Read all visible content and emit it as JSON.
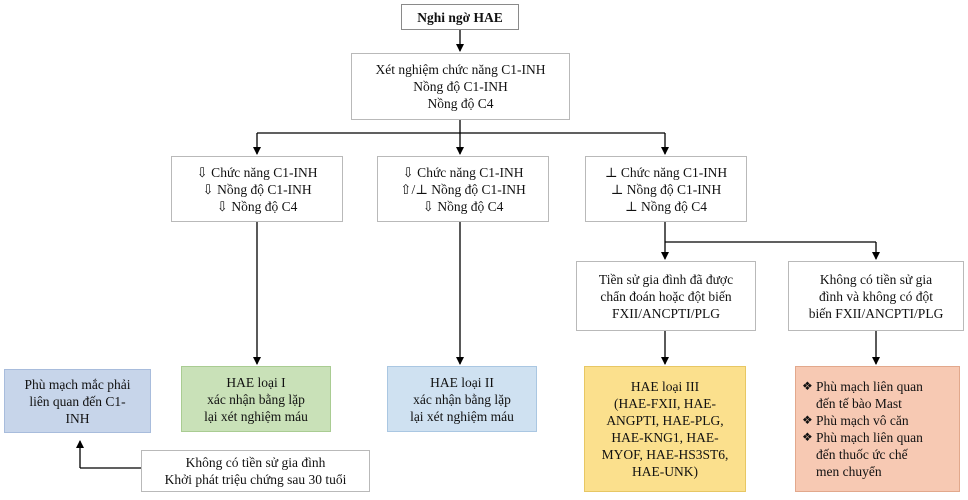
{
  "root": {
    "text": "Nghi ngờ HAE"
  },
  "tests": {
    "lines": [
      "Xét nghiệm chức năng C1-INH",
      "Nồng độ C1-INH",
      "Nồng độ C4"
    ]
  },
  "branch1": {
    "lines": [
      "⇩ Chức năng C1-INH",
      "⇩ Nồng độ C1-INH",
      "⇩ Nồng độ C4"
    ]
  },
  "branch2": {
    "lines": [
      "⇩ Chức năng C1-INH",
      "⇧/⊥ Nồng độ C1-INH",
      "⇩ Nồng độ C4"
    ]
  },
  "branch3": {
    "lines": [
      "⊥ Chức năng C1-INH",
      "⊥ Nồng độ C1-INH",
      "⊥ Nồng độ C4"
    ]
  },
  "family_history": {
    "lines": [
      "Tiền sử gia đình đã được",
      "chẩn đoán hoặc đột biến",
      "FXII/ANCPTI/PLG"
    ]
  },
  "no_family_history": {
    "lines": [
      "Không có tiền sử gia",
      "đình và không có đột",
      "biến FXII/ANCPTI/PLG"
    ]
  },
  "acquired": {
    "lines": [
      "Phù mạch mắc phải",
      "liên quan đến C1-",
      "INH"
    ],
    "color": "#c7d5ea"
  },
  "hae_type1": {
    "lines": [
      "HAE loại I",
      "xác nhận bằng lặp",
      "lại xét nghiệm máu"
    ],
    "color": "#c9e1b8"
  },
  "hae_type2": {
    "lines": [
      "HAE loại II",
      "xác nhận bằng lặp",
      "lại xét nghiệm máu"
    ],
    "color": "#cfe1f1"
  },
  "hae_type3": {
    "lines": [
      "HAE loại III",
      "(HAE-FXII, HAE-",
      "ANGPTI, HAE-PLG,",
      "HAE-KNG1, HAE-",
      "MYOF, HAE-HS3ST6,",
      "HAE-UNK)"
    ],
    "color": "#fbe08d"
  },
  "other_angioedema": {
    "color": "#f7c9b3",
    "bullets": [
      {
        "lines": [
          "Phù mạch liên quan",
          "đến tế bào Mast"
        ]
      },
      {
        "lines": [
          "Phù mạch vô căn"
        ]
      },
      {
        "lines": [
          "Phù mạch liên quan",
          "đến thuốc ức chế",
          "men chuyển"
        ]
      }
    ],
    "bullet_symbol": "❖"
  },
  "late_onset": {
    "lines": [
      "Không có tiền sử gia đình",
      "Khởi phát triệu chứng sau 30 tuổi"
    ]
  }
}
